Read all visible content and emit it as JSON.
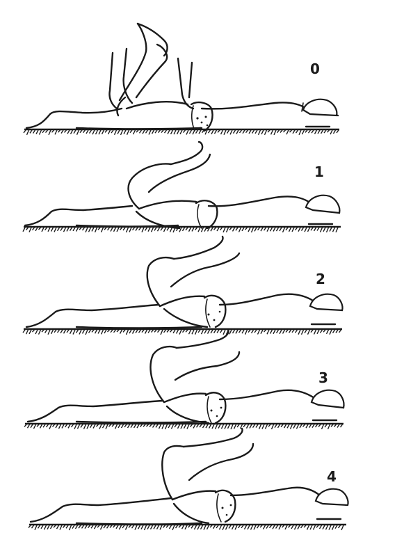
{
  "figure": {
    "stages": [
      {
        "label": "0"
      },
      {
        "label": "1"
      },
      {
        "label": "2"
      },
      {
        "label": "3"
      },
      {
        "label": "4"
      }
    ]
  },
  "colors": {
    "ink": "#1a1a1a",
    "paper": "#ffffff"
  }
}
